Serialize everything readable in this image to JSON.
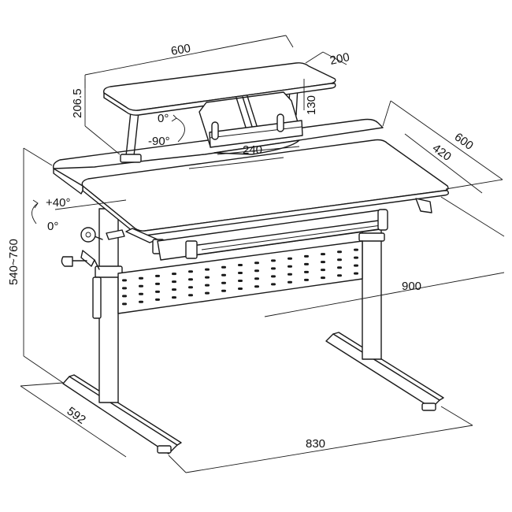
{
  "dimensions": {
    "shelf_width": "600",
    "shelf_depth": "200",
    "shelf_height": "206.5",
    "book_holder_height": "130",
    "book_holder_width": "240",
    "holder_angle_top": "0°",
    "holder_angle_bottom": "-90°",
    "tabletop_depth": "600",
    "tiltable_depth": "420",
    "tilt_max": "+40°",
    "tilt_min": "0°",
    "height_range": "540~760",
    "tabletop_width": "900",
    "base_width": "830",
    "base_depth": "592"
  },
  "colors": {
    "line": "#1a1a1a",
    "background": "#ffffff"
  }
}
